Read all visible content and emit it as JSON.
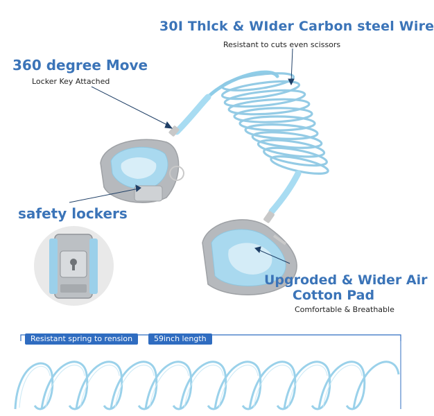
{
  "features": {
    "wire_title": "30I Thlck & WIder Carbon steel Wire",
    "wire_subtitle": "Resistant to cuts even scissors",
    "move_title": "360 degree Move",
    "move_subtitle": "Locker Key Attached",
    "locker_title": "safety lockers",
    "pad_title_line1": "Upgroded & Wider Air",
    "pad_title_line2": "Cotton Pad",
    "pad_subtitle": "Comfortable & Breathable"
  },
  "spec_labels": {
    "spring": "Resistant spring to rension",
    "length": "59inch length"
  },
  "colors": {
    "heading": "#3b74b8",
    "pill": "#2f6cc0",
    "cable": "#9fd6ef",
    "strap_gray": "#b9bcc0",
    "pad_blue": "#a8d8ee"
  }
}
